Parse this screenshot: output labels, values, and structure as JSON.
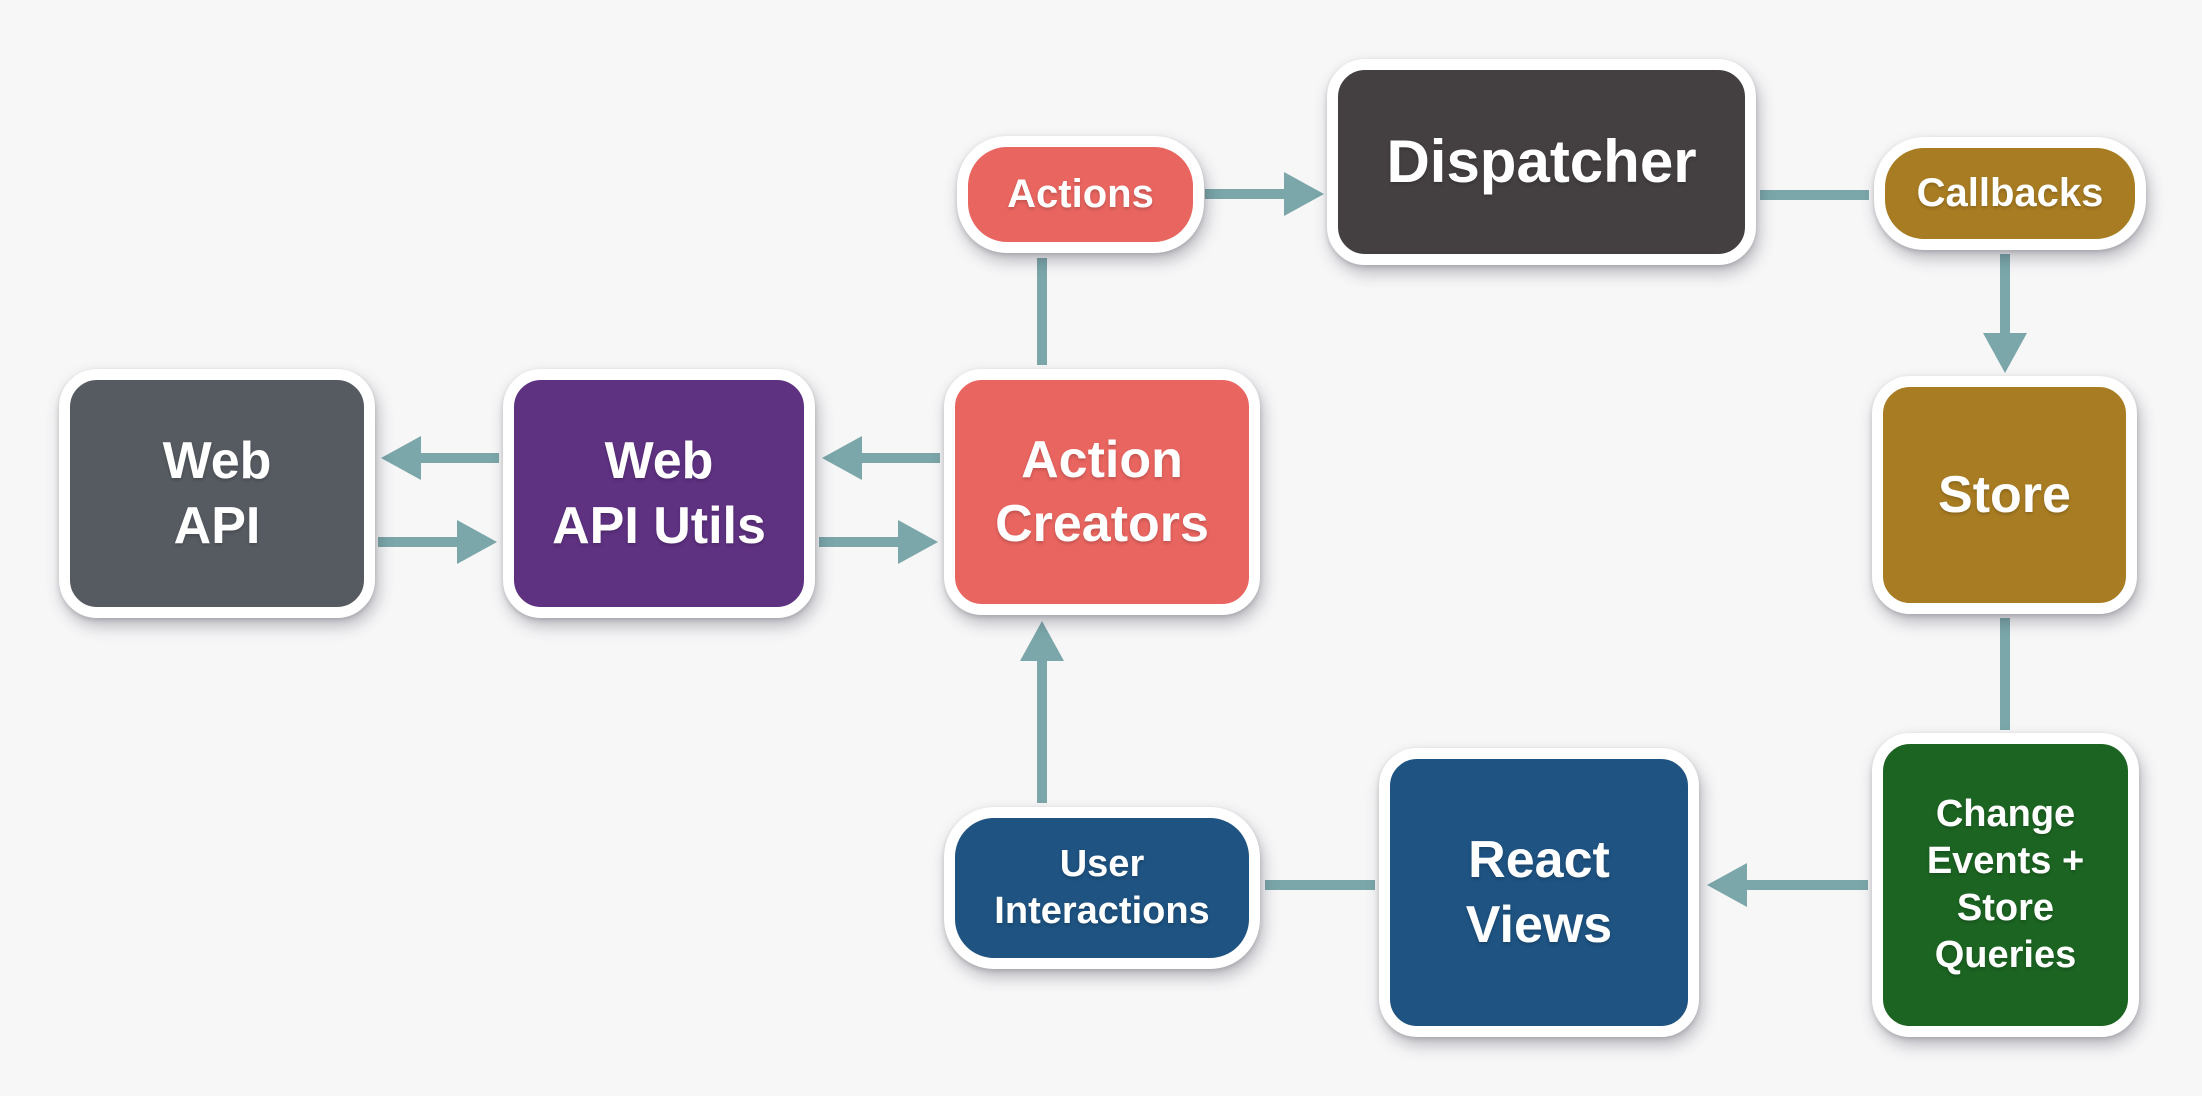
{
  "background": "#f7f7f8",
  "connector_color": "#7ba7aa",
  "nodes": {
    "web_api": {
      "label": "Web\nAPI",
      "color": "#565b61"
    },
    "web_api_utils": {
      "label": "Web\nAPI Utils",
      "color": "#5e3181"
    },
    "action_creators": {
      "label": "Action\nCreators",
      "color": "#e96560"
    },
    "actions": {
      "label": "Actions",
      "color": "#e96560"
    },
    "dispatcher": {
      "label": "Dispatcher",
      "color": "#443f41"
    },
    "callbacks": {
      "label": "Callbacks",
      "color": "#a87c22"
    },
    "store": {
      "label": "Store",
      "color": "#a87c22"
    },
    "change_events": {
      "label": "Change\nEvents +\nStore\nQueries",
      "color": "#1c6422"
    },
    "react_views": {
      "label": "React\nViews",
      "color": "#1e5382"
    },
    "user_interactions": {
      "label": "User\nInteractions",
      "color": "#1e5382"
    }
  },
  "edges": [
    {
      "from": "actions",
      "to": "dispatcher",
      "arrow": true
    },
    {
      "from": "dispatcher",
      "to": "callbacks",
      "arrow": false
    },
    {
      "from": "callbacks",
      "to": "store",
      "arrow": true
    },
    {
      "from": "store",
      "to": "change_events",
      "arrow": false
    },
    {
      "from": "change_events",
      "to": "react_views",
      "arrow": true
    },
    {
      "from": "react_views",
      "to": "user_interactions",
      "arrow": false
    },
    {
      "from": "user_interactions",
      "to": "action_creators",
      "arrow": true
    },
    {
      "from": "action_creators",
      "to": "actions",
      "arrow": false
    },
    {
      "from": "action_creators",
      "to": "web_api_utils",
      "arrow": true
    },
    {
      "from": "web_api_utils",
      "to": "action_creators",
      "arrow": true
    },
    {
      "from": "web_api_utils",
      "to": "web_api",
      "arrow": true
    },
    {
      "from": "web_api",
      "to": "web_api_utils",
      "arrow": true
    }
  ]
}
